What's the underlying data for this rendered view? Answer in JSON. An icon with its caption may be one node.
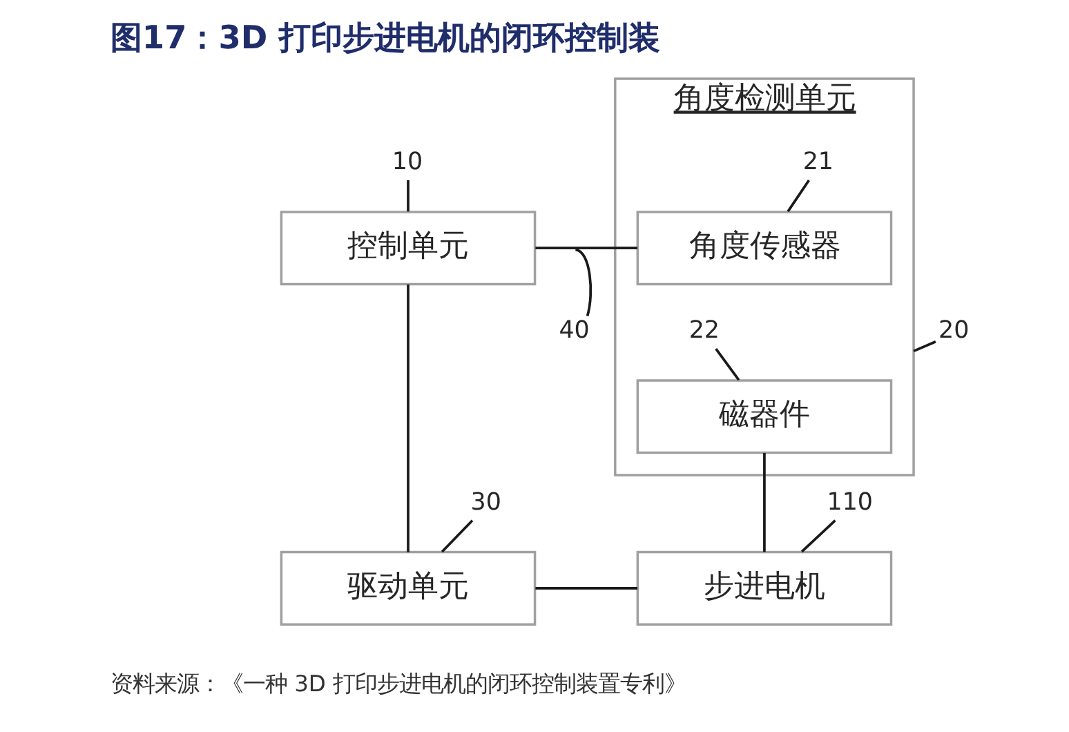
{
  "diagram": {
    "title": "图17：3D 打印步进电机的闭环控制装",
    "caption": "资料来源：《一种 3D 打印步进电机的闭环控制装置专利》",
    "nodes": [
      {
        "text": [
          "角度检测单元"
        ]
      },
      {
        "text": [
          "10"
        ]
      },
      {
        "text": [
          "控制单元"
        ]
      },
      {
        "text": [
          "角度传感器"
        ],
        "in": 0
      },
      {
        "text": [
          "21"
        ],
        "in": 0
      },
      {
        "text": [
          "40"
        ]
      },
      {
        "text": [
          "20"
        ]
      },
      {
        "text": [
          "磁器件"
        ],
        "in": 0
      },
      {
        "text": [
          "22"
        ],
        "in": 0
      },
      {
        "text": [
          "30"
        ]
      },
      {
        "text": [
          "110"
        ]
      },
      {
        "text": [
          "驱动单元"
        ]
      },
      {
        "text": [
          "步进电机"
        ]
      }
    ],
    "edges": [
      {
        "from": 2,
        "to": 3,
        "arrow": "none"
      },
      {
        "from": 2,
        "to": 11,
        "arrow": "none"
      },
      {
        "from": 7,
        "to": 12,
        "arrow": "none"
      },
      {
        "from": 11,
        "to": 12,
        "arrow": "none"
      },
      {
        "from": 1,
        "to": 2,
        "arrow": "none"
      },
      {
        "from": 4,
        "to": 3,
        "arrow": "none"
      },
      {
        "from": 5,
        "to": null,
        "arrow": "none"
      },
      {
        "from": 6,
        "to": 0,
        "arrow": "none"
      },
      {
        "from": 8,
        "to": 7,
        "arrow": "none"
      },
      {
        "from": 9,
        "to": 11,
        "arrow": "none"
      },
      {
        "from": 10,
        "to": 12,
        "arrow": "none"
      }
    ]
  }
}
